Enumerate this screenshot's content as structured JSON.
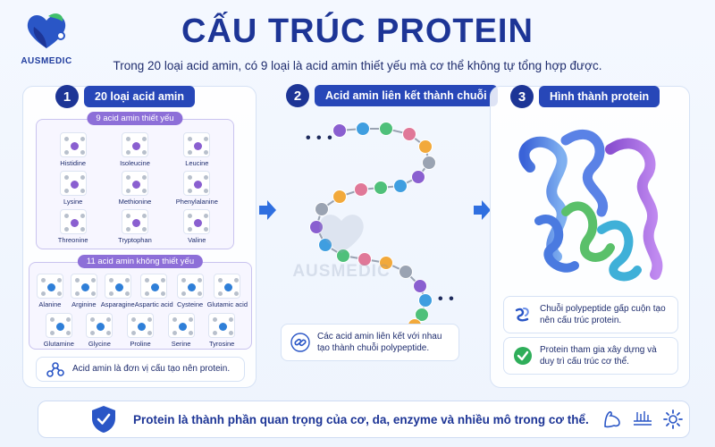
{
  "brand": {
    "name": "AUSMEDIC"
  },
  "title": "CẤU TRÚC PROTEIN",
  "subtitle": "Trong 20 loại acid amin, có 9 loại là acid amin thiết yếu mà cơ thể không tự tổng hợp được.",
  "steps": [
    {
      "number": "1",
      "label": "20 loại acid amin"
    },
    {
      "number": "2",
      "label": "Acid amin liên kết thành chuỗi"
    },
    {
      "number": "3",
      "label": "Hình thành protein"
    }
  ],
  "essential": {
    "title": "9 acid amin thiết yếu",
    "items": [
      "Histidine",
      "Isoleucine",
      "Leucine",
      "Lysine",
      "Methionine",
      "Phenylalanine",
      "Threonine",
      "Tryptophan",
      "Valine"
    ]
  },
  "nonessential": {
    "title": "11 acid amin không thiết yếu",
    "row1": [
      "Alanine",
      "Arginine",
      "Asparagine",
      "Aspartic acid",
      "Cysteine",
      "Glutamic acid"
    ],
    "row2": [
      "Glutamine",
      "Glycine",
      "Proline",
      "Serine",
      "Tyrosine"
    ]
  },
  "notes": {
    "unit": "Acid amin là đơn vị cấu tạo nên protein.",
    "chain": "Các acid amin liên kết với nhau tạo thành chuỗi polypeptide.",
    "fold": "Chuỗi polypeptide gấp cuộn tạo nên cấu trúc protein.",
    "role": "Protein tham gia xây dựng và duy trì cấu trúc cơ thể."
  },
  "chain": {
    "ellipsis": "• • •",
    "bead_colors": [
      "#8a5fd0",
      "#3f9ee0",
      "#4fc07a",
      "#e07898",
      "#f2a93b",
      "#9aa3b2"
    ]
  },
  "bottom": {
    "text": "Protein là thành phần quan trọng của cơ, da, enzyme và nhiều mô trong cơ thể."
  },
  "colors": {
    "primary": "#1d3596",
    "essential_accent": "#8a5fd0",
    "nonessential_accent": "#2f7fd8",
    "check": "#2fae5a"
  },
  "icons": [
    "shield-check-icon",
    "muscle-icon",
    "skin-icon",
    "enzyme-gear-icon",
    "chain-link-icon",
    "molecule-icon",
    "ribbon-icon",
    "check-circle-icon",
    "heart-logo-icon"
  ]
}
